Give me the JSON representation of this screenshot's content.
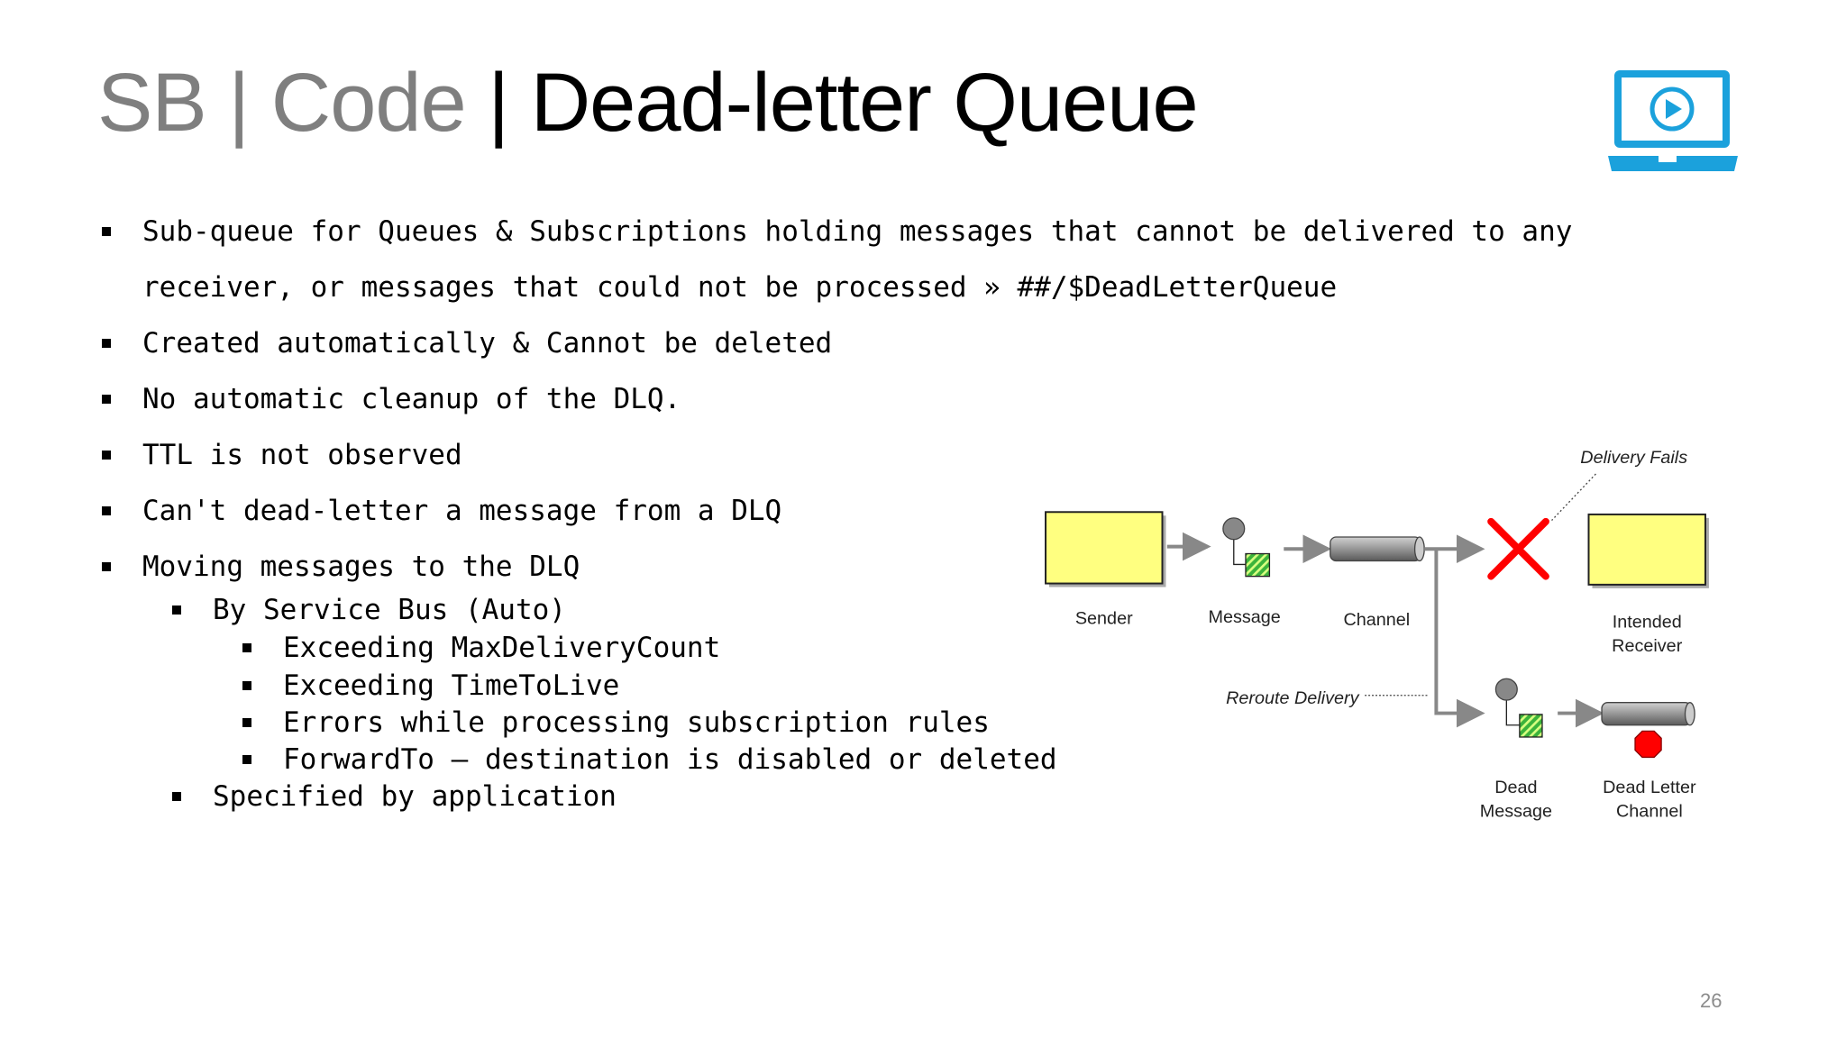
{
  "title": {
    "part1": "SB",
    "sep1": "|",
    "part2": "Code",
    "sep2": "|",
    "part3": "Dead-letter Queue"
  },
  "bullets": [
    {
      "level": 1,
      "text": "Sub-queue for Queues & Subscriptions holding messages that cannot be delivered to any"
    },
    {
      "level": 0,
      "text": "receiver, or messages that could not be processed » ##/$DeadLetterQueue"
    },
    {
      "level": 1,
      "text": "Created automatically & Cannot be deleted"
    },
    {
      "level": 1,
      "text": "No automatic cleanup of the DLQ."
    },
    {
      "level": 1,
      "text": "TTL is not observed"
    },
    {
      "level": 1,
      "text": "Can't dead-letter a message from a DLQ"
    },
    {
      "level": 1,
      "text": "Moving messages to the DLQ"
    },
    {
      "level": 2,
      "text": "By Service Bus (Auto)"
    },
    {
      "level": 3,
      "text": "Exceeding MaxDeliveryCount"
    },
    {
      "level": 3,
      "text": "Exceeding TimeToLive"
    },
    {
      "level": 3,
      "text": "Errors while processing subscription rules"
    },
    {
      "level": 3,
      "text": "ForwardTo – destination is disabled or deleted"
    },
    {
      "level": 2,
      "text": "Specified by application"
    }
  ],
  "diagram": {
    "sender": "Sender",
    "message": "Message",
    "channel": "Channel",
    "delivery_fails": "Delivery Fails",
    "intended_receiver": [
      "Intended",
      "Receiver"
    ],
    "reroute_delivery": "Reroute Delivery",
    "dead_message": [
      "Dead",
      "Message"
    ],
    "dead_letter_channel": [
      "Dead Letter",
      "Channel"
    ]
  },
  "icon": "laptop-play-icon",
  "colors": {
    "accent": "#1ba1dc",
    "box": "#ffff80",
    "fail": "#ff0000"
  },
  "page_number": "26"
}
